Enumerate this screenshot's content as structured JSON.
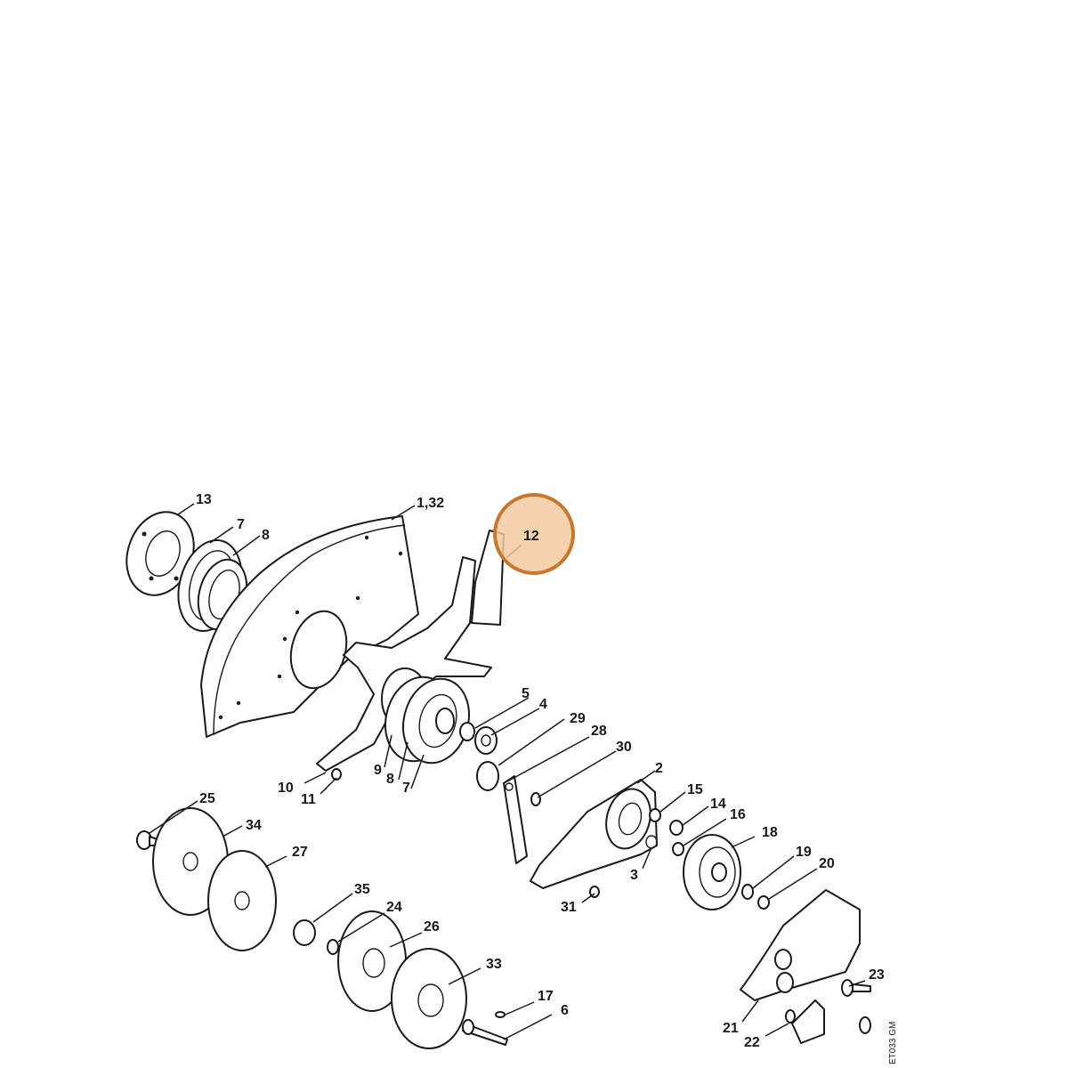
{
  "diagram": {
    "figure_code": "ET033 GM",
    "highlight_color": "#f3c9a0",
    "highlight_border_color": "#c8782e",
    "highlighted_part": "12",
    "callouts": [
      {
        "id": "13",
        "text": "13"
      },
      {
        "id": "7a",
        "text": "7"
      },
      {
        "id": "8a",
        "text": "8"
      },
      {
        "id": "1_32",
        "text": "1,32"
      },
      {
        "id": "12",
        "text": "12"
      },
      {
        "id": "5",
        "text": "5"
      },
      {
        "id": "4",
        "text": "4"
      },
      {
        "id": "29",
        "text": "29"
      },
      {
        "id": "28",
        "text": "28"
      },
      {
        "id": "30",
        "text": "30"
      },
      {
        "id": "9",
        "text": "9"
      },
      {
        "id": "8b",
        "text": "8"
      },
      {
        "id": "7b",
        "text": "7"
      },
      {
        "id": "10",
        "text": "10"
      },
      {
        "id": "11",
        "text": "11"
      },
      {
        "id": "2",
        "text": "2"
      },
      {
        "id": "15",
        "text": "15"
      },
      {
        "id": "14",
        "text": "14"
      },
      {
        "id": "16",
        "text": "16"
      },
      {
        "id": "3",
        "text": "3"
      },
      {
        "id": "18",
        "text": "18"
      },
      {
        "id": "19",
        "text": "19"
      },
      {
        "id": "20",
        "text": "20"
      },
      {
        "id": "31",
        "text": "31"
      },
      {
        "id": "25",
        "text": "25"
      },
      {
        "id": "34",
        "text": "34"
      },
      {
        "id": "27",
        "text": "27"
      },
      {
        "id": "35",
        "text": "35"
      },
      {
        "id": "24",
        "text": "24"
      },
      {
        "id": "26",
        "text": "26"
      },
      {
        "id": "33",
        "text": "33"
      },
      {
        "id": "17",
        "text": "17"
      },
      {
        "id": "6",
        "text": "6"
      },
      {
        "id": "23",
        "text": "23"
      },
      {
        "id": "21",
        "text": "21"
      },
      {
        "id": "22",
        "text": "22"
      }
    ]
  }
}
